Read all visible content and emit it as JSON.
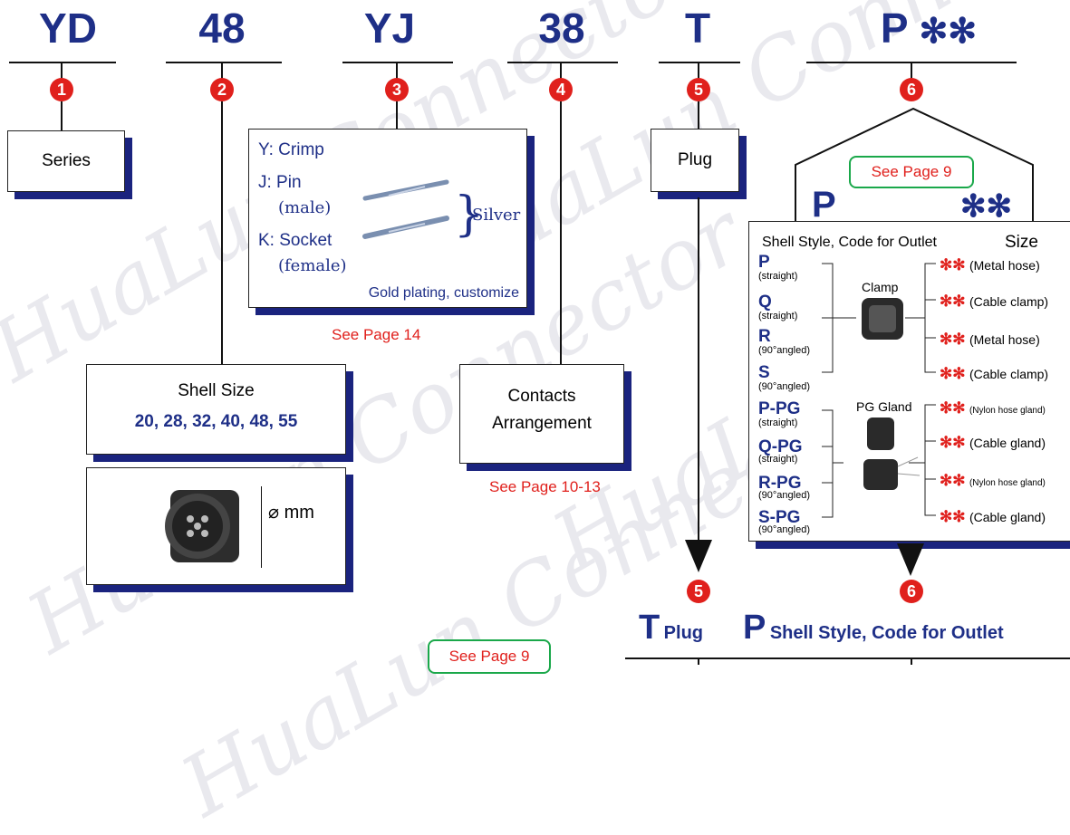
{
  "watermark": "HuaLun Connector",
  "codes": [
    "YD",
    "48",
    "YJ",
    "38",
    "T",
    "P"
  ],
  "code_suffix": "✻✻",
  "steps": [
    "1",
    "2",
    "3",
    "4",
    "5",
    "6"
  ],
  "series_box": {
    "label": "Series"
  },
  "contact_box": {
    "y_label": "Y: Crimp",
    "j_label": "J: Pin",
    "j_sub": "(male)",
    "k_label": "K: Socket",
    "k_sub": "(female)",
    "finish": "Silver",
    "footer": "Gold plating, customize"
  },
  "see_page_14": "See Page 14",
  "shell_size": {
    "title": "Shell Size",
    "values": "20, 28, 32, 40, 48, 55"
  },
  "diameter_label": "⌀ mm",
  "contacts_box": {
    "line1": "Contacts",
    "line2": "Arrangement"
  },
  "see_page_10_13": "See Page 10-13",
  "plug_box": {
    "label": "Plug"
  },
  "see_page_9": "See Page 9",
  "outlet_panel": {
    "letter": "P",
    "stars": "✻✻",
    "heading": "Shell Style, Code for Outlet",
    "size_heading": "Size",
    "clamp_label": "Clamp",
    "gland_label": "PG Gland",
    "styles": [
      {
        "code": "P",
        "note": "(straight)"
      },
      {
        "code": "Q",
        "note": "(straight)"
      },
      {
        "code": "R",
        "note": "(90°angled)"
      },
      {
        "code": "S",
        "note": "(90°angled)"
      },
      {
        "code": "P-PG",
        "note": "(straight)"
      },
      {
        "code": "Q-PG",
        "note": "(straight)"
      },
      {
        "code": "R-PG",
        "note": "(90°angled)"
      },
      {
        "code": "S-PG",
        "note": "(90°angled)"
      }
    ],
    "sizes": [
      {
        "stars": "✻✻",
        "desc": "(Metal hose)"
      },
      {
        "stars": "✻✻",
        "desc": "(Cable clamp)"
      },
      {
        "stars": "✻✻",
        "desc": "(Metal hose)"
      },
      {
        "stars": "✻✻",
        "desc": "(Cable clamp)"
      },
      {
        "stars": "✻✻",
        "desc": "(Nylon hose gland)"
      },
      {
        "stars": "✻✻",
        "desc": "(Cable gland)"
      },
      {
        "stars": "✻✻",
        "desc": "(Nylon hose gland)"
      },
      {
        "stars": "✻✻",
        "desc": "(Cable gland)"
      }
    ]
  },
  "bottom": {
    "t_letter": "T",
    "t_text": "Plug",
    "p_letter": "P",
    "p_text": "Shell Style, Code for Outlet",
    "see_page_9": "See Page 9"
  }
}
